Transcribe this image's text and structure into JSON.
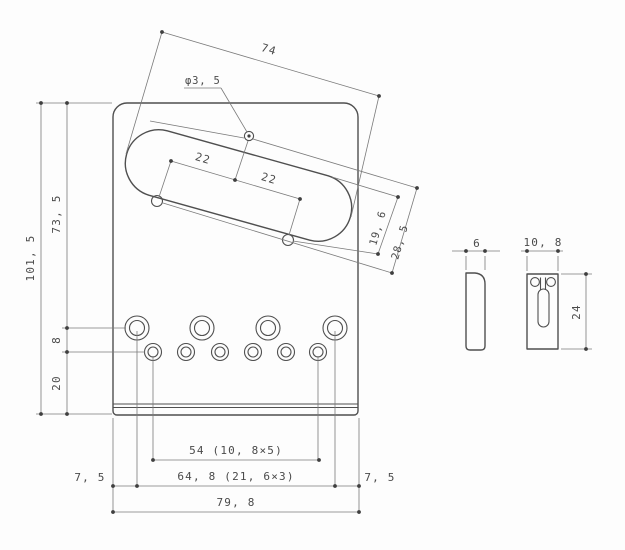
{
  "drawing": {
    "front_view": {
      "cavity_length": "74",
      "center_hole_diameter": "φ3, 5",
      "cavity_hole_spacing_left": "22",
      "cavity_hole_spacing_right": "22",
      "cavity_offset": "19, 6",
      "cavity_width": "28, 5",
      "plate_height": "101, 5",
      "top_to_screw_row": "73, 5",
      "row_spacing": "8",
      "row_to_bottom": "20",
      "string_hole_span": "54 (10, 8×5)",
      "screw_hole_span": "64, 8 (21, 6×3)",
      "edge_margin_left": "7, 5",
      "edge_margin_right": "7, 5",
      "plate_width": "79, 8"
    },
    "side_views": {
      "plate_thickness": "6",
      "saddle_width": "10, 8",
      "saddle_height": "24"
    }
  }
}
